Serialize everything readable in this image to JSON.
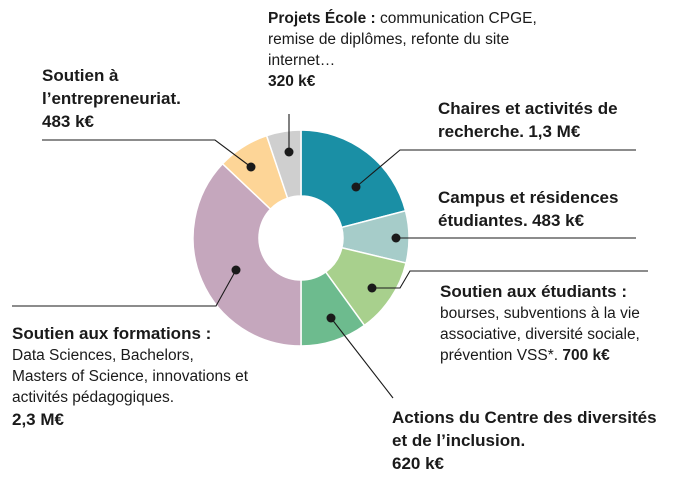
{
  "chart_data": {
    "type": "pie",
    "donut": true,
    "colors_note": "segment colors listed per slice",
    "slices": [
      {
        "key": "chaires",
        "title": "Chaires et activités de recherche.",
        "value_label": "1,3 M€",
        "value": 1300,
        "color": "#1a8fa5"
      },
      {
        "key": "campus",
        "title": "Campus et résidences étudiantes.",
        "value_label": "483 k€",
        "value": 483,
        "color": "#a6ccc9"
      },
      {
        "key": "etudiants",
        "title": "Soutien aux étudiants :",
        "detail": "bourses, subventions à la vie associative, diversité sociale, prévention VSS*.",
        "value_label": "700 k€",
        "value": 700,
        "color": "#a8d08d"
      },
      {
        "key": "diversites",
        "title": "Actions du Centre des diversités et de l’inclusion.",
        "value_label": "620 k€",
        "value": 620,
        "color": "#6dbb8e"
      },
      {
        "key": "formations",
        "title": "Soutien aux formations :",
        "detail": "Data Sciences, Bachelors, Masters of Science, innovations et activités pédagogiques.",
        "value_label": "2,3 M€",
        "value": 2300,
        "color": "#c5a7bd"
      },
      {
        "key": "entrepreneuriat",
        "title": "Soutien à l’entrepreneuriat.",
        "value_label": "483 k€",
        "value": 483,
        "color": "#fdd597"
      },
      {
        "key": "projets",
        "title": "Projets École :",
        "detail": "communication CPGE, remise de diplômes, refonte du site internet…",
        "value_label": "320 k€",
        "value": 320,
        "color": "#cfcfcf"
      }
    ]
  }
}
